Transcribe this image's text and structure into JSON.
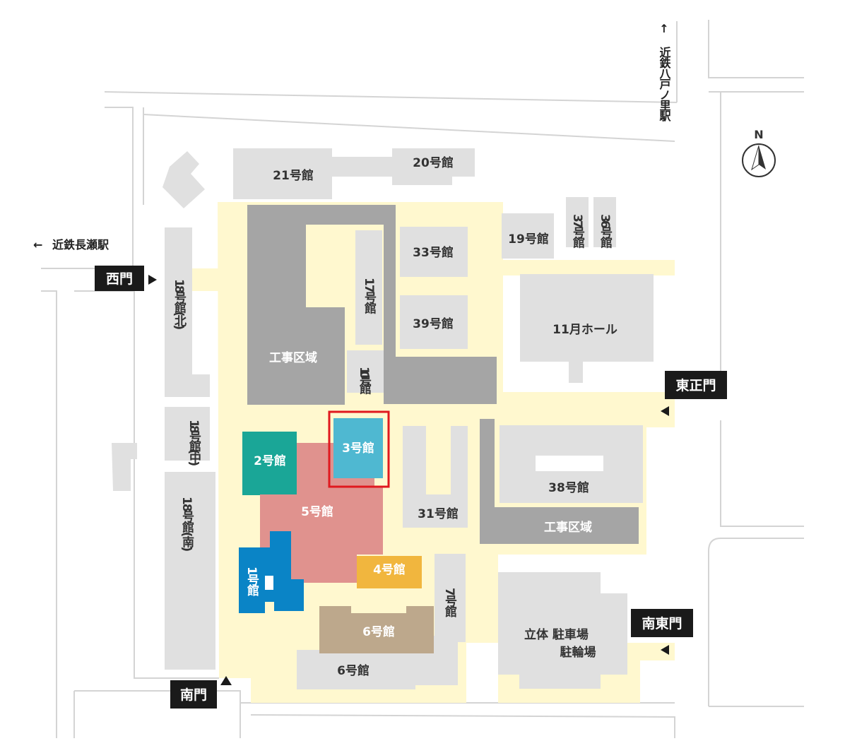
{
  "external": {
    "north_station": "近鉄八戸ノ里駅",
    "west_station": "近鉄長瀬駅",
    "north_arrow": "↑",
    "west_arrow": "←",
    "compass_label": "N"
  },
  "gates": {
    "west": "西門",
    "east_main": "東正門",
    "south_east": "南東門",
    "south": "南門"
  },
  "buildings": {
    "b21": "21号館",
    "b20": "20号館",
    "b19": "19号館",
    "b37": "37号館",
    "b36": "36号館",
    "b33": "33号館",
    "b39": "39号館",
    "b17": "17号館",
    "b10": "10号館",
    "b11": "11月ホール",
    "b18n": "18号館(北)",
    "b18c": "18号館(中)",
    "b18s": "18号館(南)",
    "b2": "2号館",
    "b3": "3号館",
    "b5": "5号館",
    "b31": "31号館",
    "b38": "38号館",
    "b1": "1号館",
    "b4": "4号館",
    "b7": "7号館",
    "b6": "6号館",
    "b6s": "6号館",
    "construction1": "工事区域",
    "construction2": "工事区域",
    "parking_line1": "立体 駐車場",
    "parking_line2": "駐輪場"
  },
  "colors": {
    "building_gray": "#e0e0e0",
    "construction": "#a5a5a5",
    "path_yellow": "#fff8cf",
    "b2_teal": "#1aa697",
    "b3_lightblue": "#4fb8d1",
    "b5_pink": "#e0928e",
    "b1_blue": "#0a84c6",
    "b4_yellow": "#f1b63e",
    "b6_tan": "#bda88c",
    "highlight_red": "#e0191f",
    "gate_black": "#1a1a1a"
  },
  "highlighted_building": "3号館"
}
